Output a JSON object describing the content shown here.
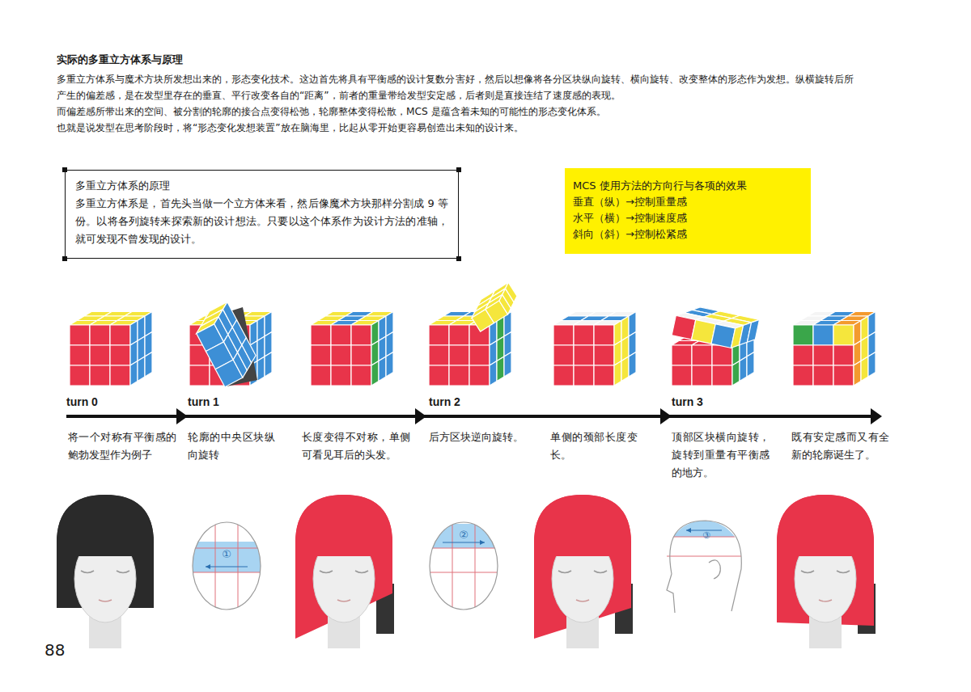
{
  "diagram": {
    "title": "实际的多重立方体系与原理",
    "nodes": [
      {
        "text": [
          "多重立方体系的原理",
          "多重立方体系是，首先头当做一个立方体来看，然后像魔术方块那样分割成 9 等份。以将各列旋转来探索新的设计想法。只要以这个体系作为设计方法的准轴，就可发现不曾发现的设计。"
        ]
      },
      {
        "text": [
          "MCS 使用方法的方向行与各项的效果",
          "垂直（纵）→控制重量感",
          "水平（横）→控制速度感",
          "斜向（斜）→控制松紧感"
        ]
      }
    ],
    "labels": [
      "多重立方体系与魔术方块所发想出来的，形态变化技术。这边首先将具有平衡感的设计复数分害好，然后以想像将各分区块纵向旋转、横向旋转、改变整体的形态作为发想。纵横旋转后所产生的偏差感，是在发型里存在的垂直、平行改变各自的“距离”，前者的重量带给发型安定感，后者则是直接连结了速度感的表现。",
      "而偏差感所带出来的空间、被分割的轮廓的接合点变得松弛，轮廓整体变得松散，MCS 是蕴含着未知的可能性的形态变化体系。",
      "也就是说发型在思考阶段时，将“形态变化发想装置”放在脑海里，比起从零开始更容易创造出未知的设计来。",
      "turn 0",
      "turn 1",
      "turn 2",
      "turn 3",
      "将一个对称有平衡感的鲍勃发型作为例子",
      "轮廓的中央区块纵向旋转",
      "长度变得不对称，单侧可看见耳后的头发。",
      "后方区块逆向旋转。",
      "单侧的颈部长度变长。",
      "顶部区块横向旋转，旋转到重量有平衡感的地方。",
      "既有安定感而又有全新的轮廓诞生了。",
      "①",
      "②",
      "③",
      "88"
    ]
  }
}
